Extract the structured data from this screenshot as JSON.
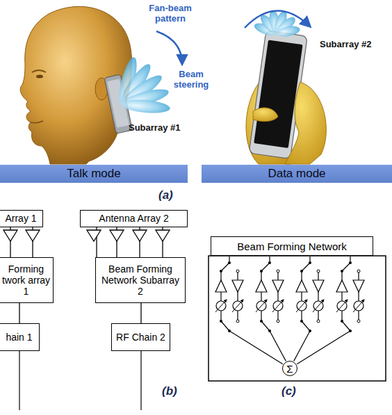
{
  "diagram": {
    "nodes": [
      {
        "text": [
          "Talk mode"
        ]
      },
      {
        "text": [
          "Data mode"
        ]
      },
      {
        "text": [
          "Array 1"
        ]
      },
      {
        "text": [
          "Forming twork array 1"
        ]
      },
      {
        "text": [
          "hain 1"
        ]
      },
      {
        "text": [
          "Antenna Array 2"
        ]
      },
      {
        "text": [
          "Beam Forming Network Subarray 2"
        ]
      },
      {
        "text": [
          "RF Chain 2"
        ]
      },
      {
        "text": [
          "Beam Forming Network"
        ]
      },
      {
        "text": [
          "Σ"
        ]
      }
    ],
    "edges": [
      {
        "from": 2,
        "to": 3,
        "arrow": "none"
      },
      {
        "from": 2,
        "to": 3,
        "arrow": "none"
      },
      {
        "from": 3,
        "to": 4,
        "arrow": "none"
      },
      {
        "from": 5,
        "to": 6,
        "arrow": "none"
      },
      {
        "from": 5,
        "to": 6,
        "arrow": "none"
      },
      {
        "from": 5,
        "to": 6,
        "arrow": "none"
      },
      {
        "from": 5,
        "to": 6,
        "arrow": "none"
      },
      {
        "from": 6,
        "to": 7,
        "arrow": "none"
      }
    ],
    "labels": [
      "Fan-beam pattern",
      "Beam steering",
      "Subarray #2",
      "Subarray #1",
      "(a)",
      "(b)",
      "(c)"
    ]
  }
}
